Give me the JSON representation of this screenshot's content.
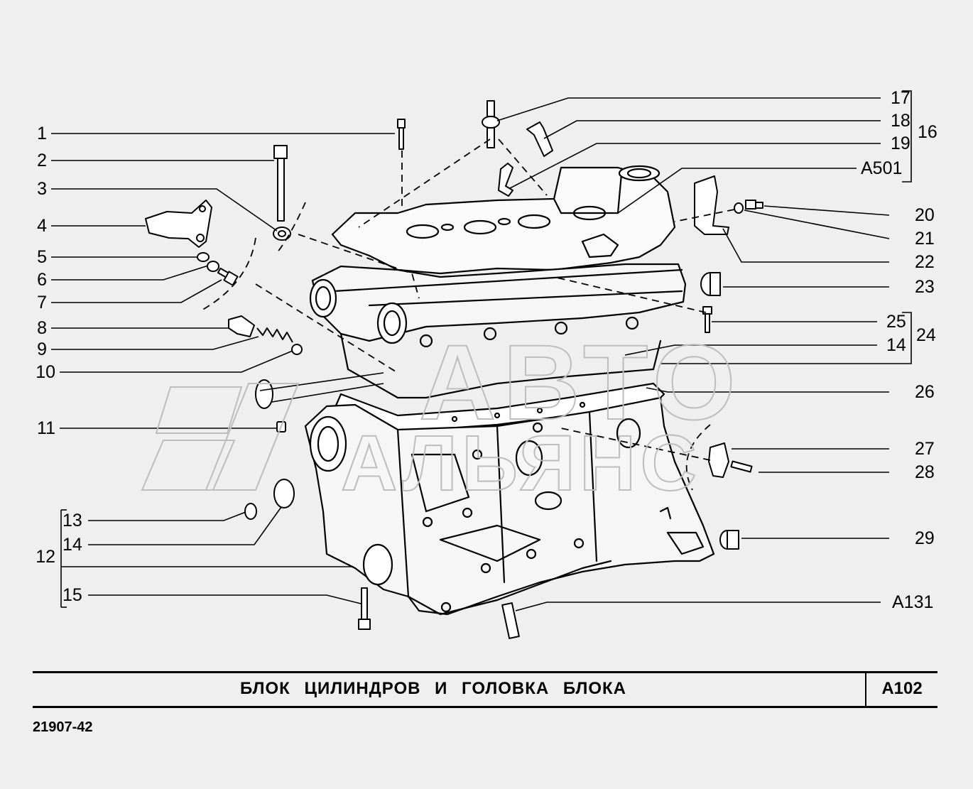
{
  "diagram": {
    "left_callouts": [
      {
        "id": "c1",
        "label": "1"
      },
      {
        "id": "c2",
        "label": "2"
      },
      {
        "id": "c3",
        "label": "3"
      },
      {
        "id": "c4",
        "label": "4"
      },
      {
        "id": "c5",
        "label": "5"
      },
      {
        "id": "c6",
        "label": "6"
      },
      {
        "id": "c7",
        "label": "7"
      },
      {
        "id": "c8",
        "label": "8"
      },
      {
        "id": "c9",
        "label": "9"
      },
      {
        "id": "c10",
        "label": "10"
      },
      {
        "id": "c11",
        "label": "11"
      }
    ],
    "group_12": {
      "label": "12",
      "items": [
        "13",
        "14",
        "15"
      ]
    },
    "right_callouts": [
      {
        "id": "c17",
        "label": "17"
      },
      {
        "id": "c18",
        "label": "18"
      },
      {
        "id": "c19",
        "label": "19"
      },
      {
        "id": "ca501",
        "label": "A501"
      },
      {
        "id": "c20",
        "label": "20"
      },
      {
        "id": "c21",
        "label": "21"
      },
      {
        "id": "c22",
        "label": "22"
      },
      {
        "id": "c23",
        "label": "23"
      },
      {
        "id": "c25",
        "label": "25"
      },
      {
        "id": "c14r",
        "label": "14"
      },
      {
        "id": "c26",
        "label": "26"
      },
      {
        "id": "c27",
        "label": "27"
      },
      {
        "id": "c28",
        "label": "28"
      },
      {
        "id": "c29",
        "label": "29"
      },
      {
        "id": "ca131",
        "label": "A131"
      }
    ],
    "group_16": {
      "label": "16"
    },
    "group_24": {
      "label": "24"
    },
    "watermark": {
      "line1": "АВТО",
      "line2": "АЛЬЯНС"
    }
  },
  "title_block": {
    "title": "БЛОК ЦИЛИНДРОВ И ГОЛОВКА БЛОКА",
    "sheet_code": "A102"
  },
  "catalog_code": "21907-42"
}
